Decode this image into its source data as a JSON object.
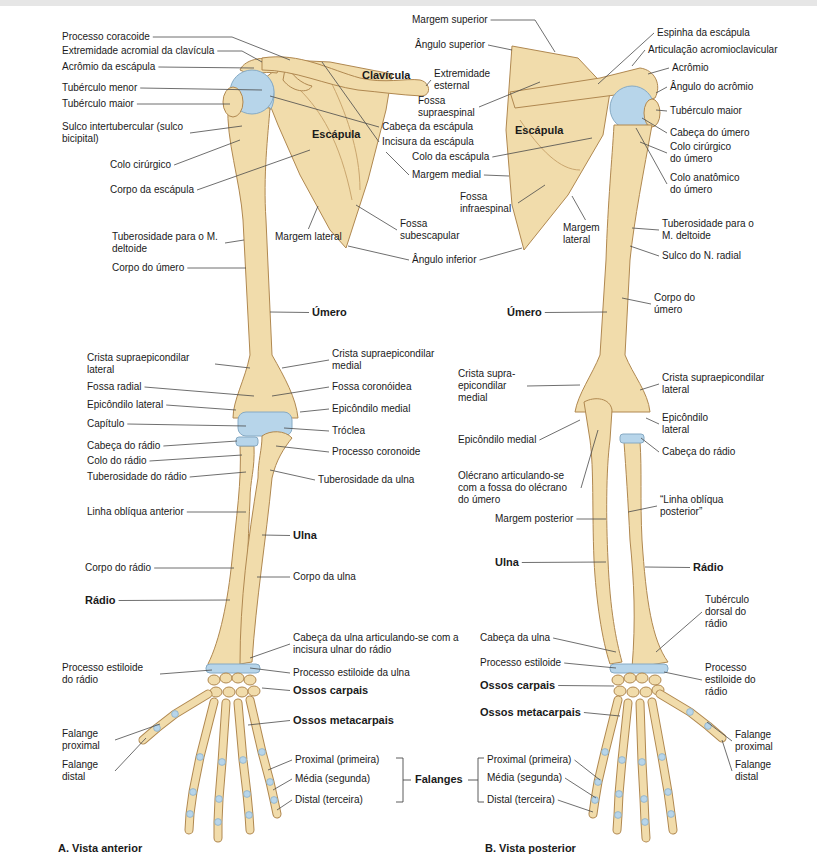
{
  "diagram": {
    "labels": [
      "Processo coracoide",
      "Extremidade acromial da clavícula",
      "Acrômio da escápula",
      "Tubérculo menor",
      "Tubérculo maior",
      "Sulco intertubercular (sulco bicipital)",
      "Colo cirúrgico",
      "Corpo da escápula",
      "Tuberosidade para o M. deltoide",
      "Corpo do úmero",
      "Margem superior",
      "Ângulo superior",
      "Clavícula",
      "Extremidade esternal",
      "Fossa supraespinal",
      "Cabeça da escápula",
      "Incisura da escápula",
      "Colo da escápula",
      "Margem medial",
      "Fossa infraespinal",
      "Fossa subescapular",
      "Margem lateral",
      "Ângulo inferior",
      "Úmero",
      "Crista supraepicondilar lateral",
      "Crista supraepicondilar medial",
      "Fossa radial",
      "Fossa coronóidea",
      "Epicôndilo lateral",
      "Epicôndilo medial",
      "Capítulo",
      "Tróclea",
      "Cabeça do rádio",
      "Processo coronoide",
      "Colo do rádio",
      "Tuberosidade do rádio",
      "Tuberosidade da ulna",
      "Linha oblíqua anterior",
      "Ulna",
      "Corpo do rádio",
      "Corpo da ulna",
      "Rádio",
      "Cabeça da ulna articulando-se com a incisura ulnar do rádio",
      "Processo estiloide do rádio",
      "Processo estiloide da ulna",
      "Ossos carpais",
      "Ossos metacarpais",
      "Falange proximal",
      "Falange distal",
      "Proximal (primeira)",
      "Média (segunda)",
      "Distal (terceira)",
      "Falanges",
      "A. Vista anterior",
      "Escápula",
      "Espinha da escápula",
      "Articulação acromioclavicular",
      "Acrômio",
      "Ângulo do acrômio",
      "Tubérculo maior",
      "Cabeça do úmero",
      "Colo cirúrgico do úmero",
      "Colo anatômico do úmero",
      "Tuberosidade para o M. deltoide",
      "Sulco do N. radial",
      "Corpo do úmero",
      "Escápula",
      "Margem lateral",
      "Úmero",
      "Crista supra- epicondilar medial",
      "Crista supraepicondilar lateral",
      "Epicôndilo lateral",
      "Epicôndilo medial",
      "Cabeça do rádio",
      "Olécrano articulando-se com a fossa do olécrano do úmero",
      "“Linha oblíqua posterior”",
      "Margem posterior",
      "Ulna",
      "Rádio",
      "Tubérculo dorsal do rádio",
      "Cabeça da ulna",
      "Processo estiloide",
      "Processo estiloide do rádio",
      "Ossos carpais",
      "Ossos metacarpais",
      "Falange proximal",
      "Falange distal",
      "Proximal (primeira)",
      "Média (segunda)",
      "Distal (terceira)",
      "B. Vista posterior"
    ]
  }
}
